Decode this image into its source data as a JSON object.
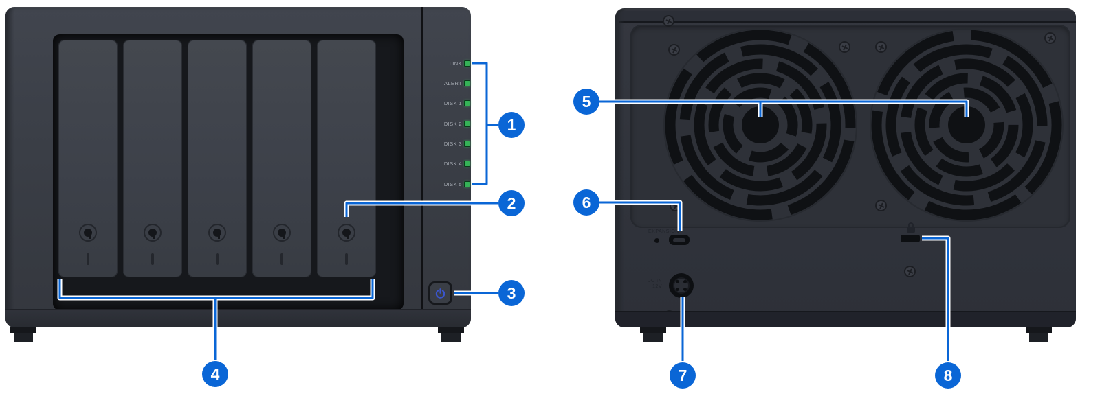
{
  "meta": {
    "description": "Hardware overview diagram of a 5-bay NAS: front panel and rear panel with numbered callouts"
  },
  "colors": {
    "callout_blue": "#0a66d6",
    "led_green": "#35b257",
    "chassis_gray": "#3a3e46",
    "background": "#ffffff"
  },
  "icons": {
    "power_button": "power-symbol",
    "status_led": "green-led-square",
    "kensington": "padlock",
    "fan": "fan-grille",
    "screw": "phillips-screw"
  },
  "front": {
    "drive_bay_count": 5,
    "leds": [
      {
        "label": "LINK"
      },
      {
        "label": "ALERT"
      },
      {
        "label": "DISK 1"
      },
      {
        "label": "DISK 2"
      },
      {
        "label": "DISK 3"
      },
      {
        "label": "DISK 4"
      },
      {
        "label": "DISK 5"
      }
    ]
  },
  "back": {
    "fan_count": 2,
    "expansion_label": "EXPANSION",
    "dc_in_line1": "DC IN",
    "dc_in_line2": "12V"
  },
  "callouts": [
    {
      "number": "1",
      "target": "status-led-indicators"
    },
    {
      "number": "2",
      "target": "drive-tray-lock"
    },
    {
      "number": "3",
      "target": "power-button"
    },
    {
      "number": "4",
      "target": "drive-trays"
    },
    {
      "number": "5",
      "target": "fans"
    },
    {
      "number": "6",
      "target": "expansion-port"
    },
    {
      "number": "7",
      "target": "dc-power-port"
    },
    {
      "number": "8",
      "target": "kensington-security-slot"
    }
  ]
}
